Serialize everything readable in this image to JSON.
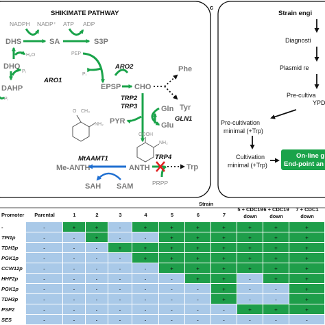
{
  "panel_b": {
    "title": "SHIKIMATE PATHWAY",
    "metabolites": {
      "dhs": "DHS",
      "sa": "SA",
      "s3p": "S3P",
      "dhq": "DHQ",
      "dahp": "DAHP",
      "epsp": "EPSP",
      "cho": "CHO",
      "phe": "Phe",
      "tyr": "Tyr",
      "pyr": "PYR",
      "gln": "Gln",
      "glu": "Glu",
      "anth": "ANTH",
      "me_anth": "Me-ANTH",
      "trp": "Trp",
      "sah": "SAH",
      "sam": "SAM",
      "prpp": "PRPP"
    },
    "cofactors": {
      "nadph": "NADPH",
      "nadp": "NADP⁺",
      "atp": "ATP",
      "adp": "ADP",
      "h2o": "H₂O",
      "pep": "PEP",
      "pi_1": "Pᵢ",
      "pi_2": "Pᵢ",
      "pi_3": "Pᵢ"
    },
    "genes": {
      "aro1": "ARO1",
      "aro2": "ARO2",
      "trp2": "TRP2",
      "trp3": "TRP3",
      "gln1": "GLN1",
      "trp4": "TRP4",
      "mtaamt1": "MtAAMT1"
    },
    "structures": {
      "cooh": "COOH",
      "nh2_anth": "NH₂",
      "nh2_me": "NH₂",
      "och3": "O",
      "ch3": "CH₃"
    }
  },
  "panel_c": {
    "label": "c",
    "steps": {
      "strain": "Strain engi",
      "diagnostic": "Diagnosti",
      "plasmid": "Plasmid re",
      "precult1_a": "Pre-cultiva",
      "precult1_b": "YPD",
      "precult2_a": "Pre-cultivation",
      "precult2_b": "minimal (+Trp)",
      "cultivation_a": "Cultivation",
      "cultivation_b": "minimal (+Trp)",
      "online_a": "On-line g",
      "online_b": "End-point an"
    }
  },
  "table": {
    "strain_header": "Strain",
    "promoter_header": "Promoter",
    "columns": [
      "Parental",
      "1",
      "2",
      "3",
      "4",
      "5",
      "6",
      "7"
    ],
    "down_columns": [
      {
        "line1": "5 + CDC19",
        "line2": "down"
      },
      {
        "line1": "6 + CDC19",
        "line2": "down"
      },
      {
        "line1": "7 + CDC1",
        "line2": "down"
      }
    ],
    "rows": [
      {
        "gene": "",
        "promoter": "-",
        "cells": [
          "-",
          "+",
          "+",
          "-",
          "+",
          "+",
          "+",
          "+",
          "+",
          "+",
          "+"
        ]
      },
      {
        "gene": "",
        "promoter": "TPI1p",
        "cells": [
          "-",
          "-",
          "+",
          "-",
          "-",
          "+",
          "+",
          "+",
          "+",
          "+",
          "+"
        ]
      },
      {
        "gene": "",
        "promoter": "TDH3p",
        "cells": [
          "-",
          "-",
          "-",
          "+",
          "+",
          "+",
          "+",
          "+",
          "+",
          "+",
          "+"
        ]
      },
      {
        "gene": "",
        "promoter": "PGK1p",
        "cells": [
          "-",
          "-",
          "-",
          "-",
          "+",
          "+",
          "+",
          "+",
          "+",
          "+",
          "+"
        ]
      },
      {
        "gene": "",
        "promoter": "CCW12p",
        "cells": [
          "-",
          "-",
          "-",
          "-",
          "-",
          "+",
          "+",
          "+",
          "+",
          "+",
          "+"
        ]
      },
      {
        "gene": "",
        "promoter": "HHF2p",
        "cells": [
          "-",
          "-",
          "-",
          "-",
          "-",
          "-",
          "+",
          "+",
          "-",
          "+",
          "+"
        ]
      },
      {
        "gene": "",
        "promoter": "PGK1p",
        "cells": [
          "-",
          "-",
          "-",
          "-",
          "-",
          "-",
          "-",
          "+",
          "-",
          "-",
          "+"
        ]
      },
      {
        "gene": "",
        "promoter": "TDH3p",
        "cells": [
          "-",
          "-",
          "-",
          "-",
          "-",
          "-",
          "-",
          "+",
          "-",
          "-",
          "+"
        ]
      },
      {
        "gene": "",
        "promoter": "PSP2",
        "cells": [
          "-",
          "-",
          "-",
          "-",
          "-",
          "-",
          "-",
          "-",
          "+",
          "+",
          "+"
        ]
      },
      {
        "gene": "",
        "promoter": "SES",
        "cells": [
          "-",
          "-",
          "-",
          "-",
          "-",
          "-",
          "-",
          "-",
          "-",
          "-",
          "-"
        ]
      }
    ],
    "colors": {
      "plus": "#1e9e4a",
      "minus": "#a9c9e8"
    }
  }
}
